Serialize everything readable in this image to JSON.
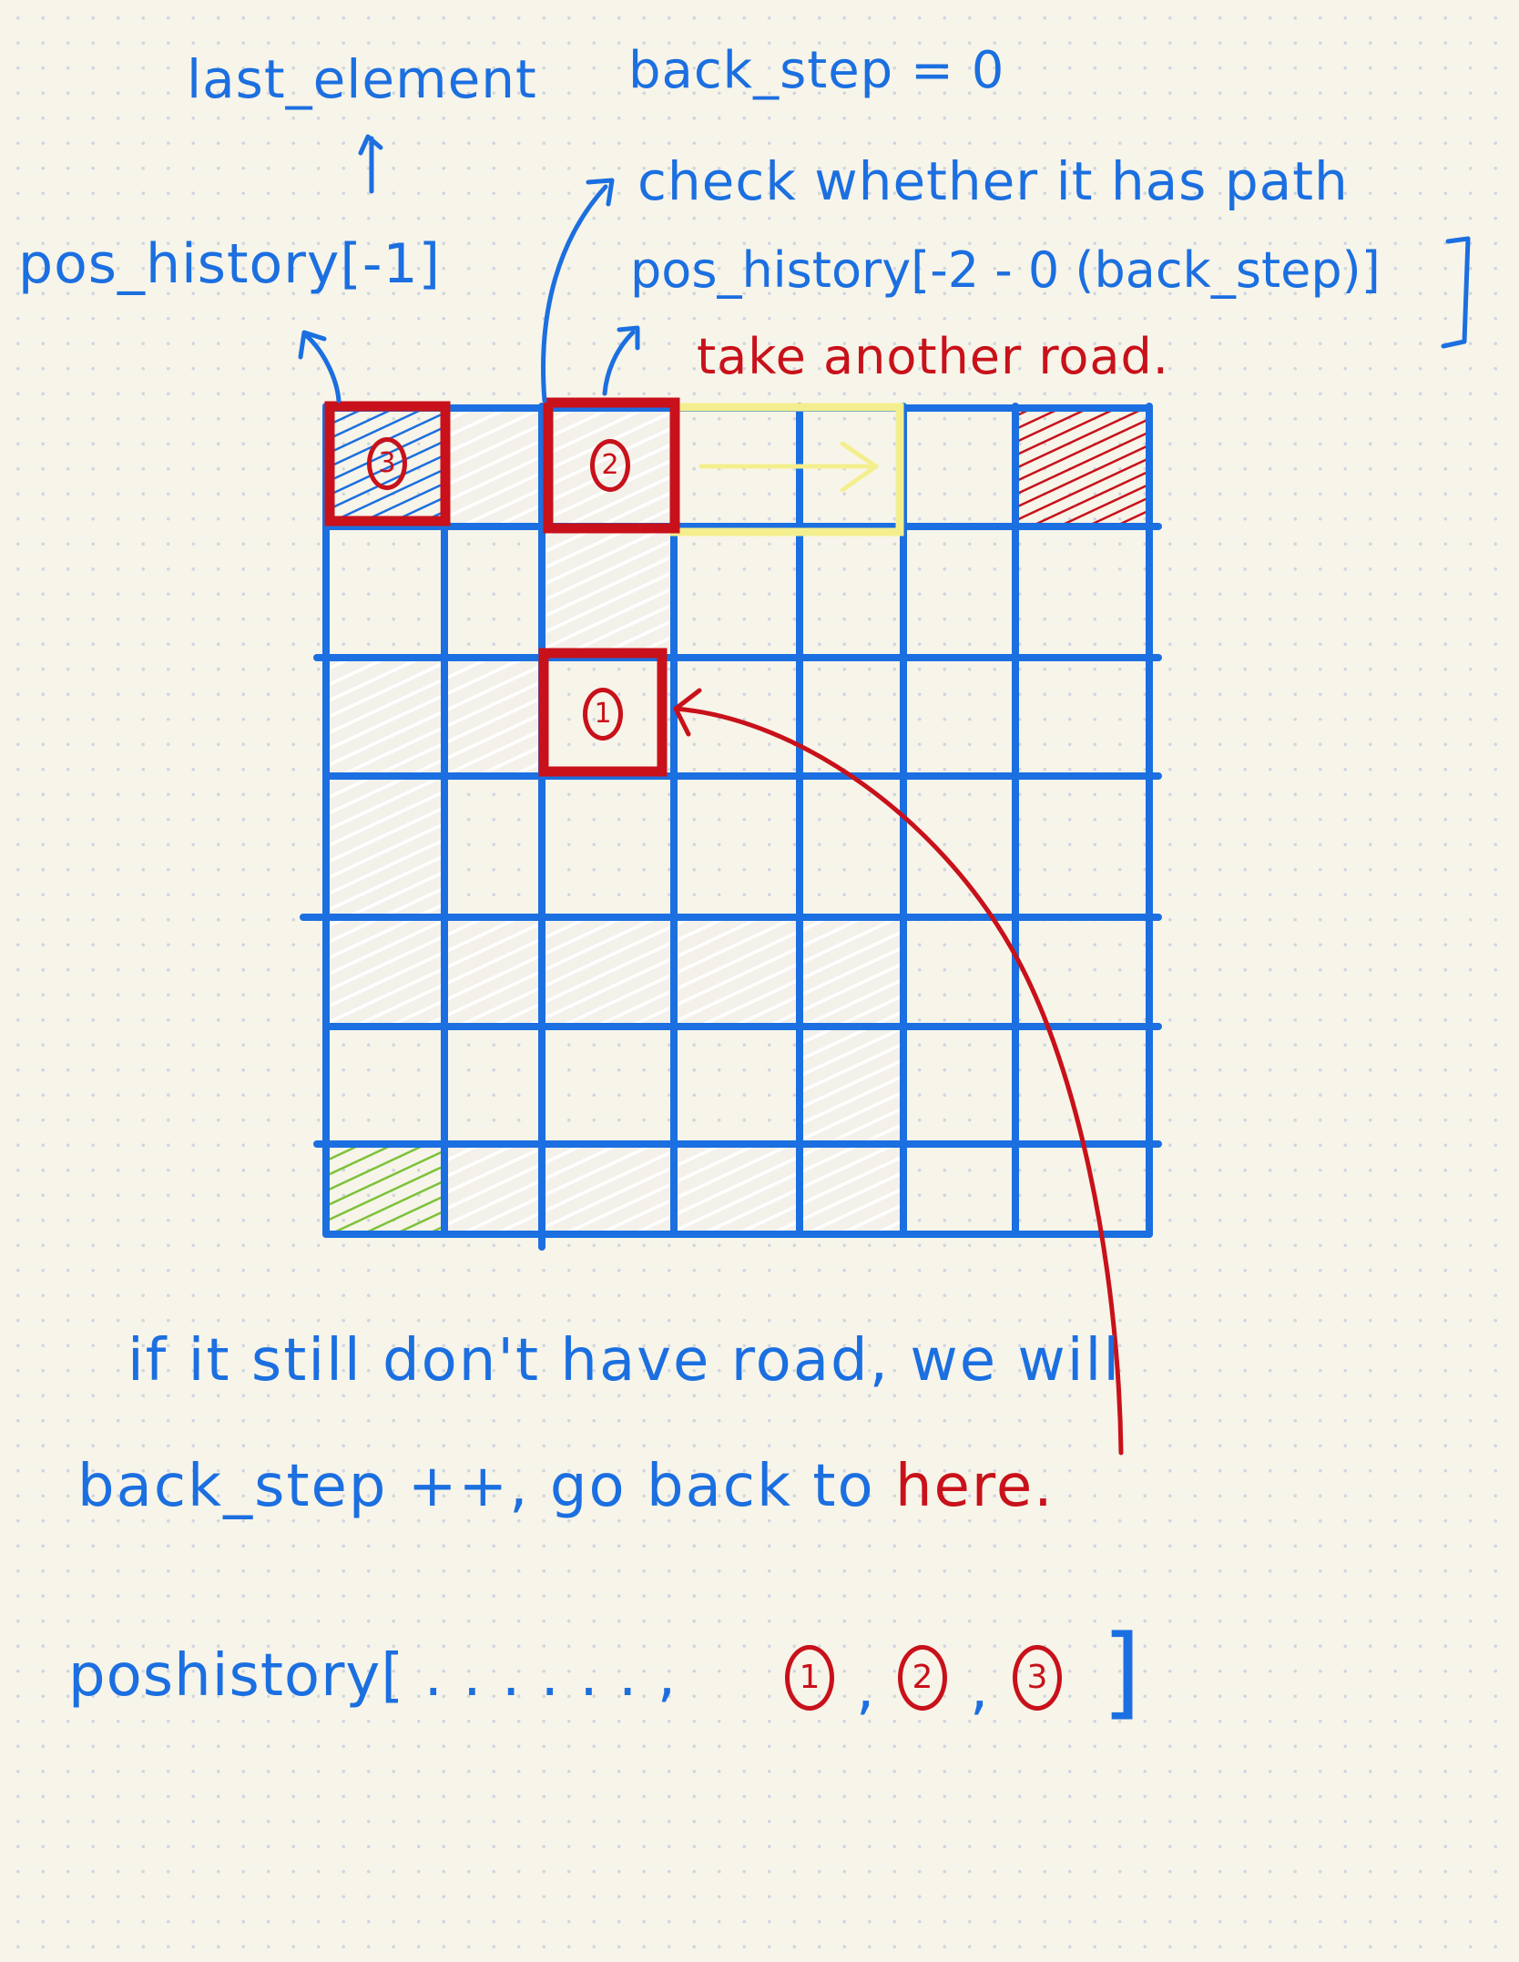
{
  "notes": {
    "last_element": "last_element",
    "back_step_init": "back_step = 0",
    "check_path": "check whether it has path",
    "pos_history_formula": "pos_history[-2 - 0 (back_step)]",
    "pos_history_last": "pos_history[-1]",
    "take_another_road": "take another road.",
    "if_still_line1": "if it still don't have road, we will",
    "if_still_line2_prefix": "back_step ++, go back to",
    "if_still_line2_here": "here.",
    "poshistory_prefix": "poshistory[ . . . . . . ,",
    "poshistory_suffix": "]",
    "comma": ","
  },
  "markers": {
    "one": "1",
    "two": "2",
    "three": "3"
  },
  "colors": {
    "grid_blue": "#1b6fe0",
    "ink_red": "#c8111a",
    "highlight_yellow": "#f4ef8e",
    "start_green": "#7cc23a",
    "visited_white": "#ffffff",
    "paper": "#f7f4e9"
  },
  "grid": {
    "rows": 7,
    "cols": 7,
    "visited_cells": [
      [
        0,
        1
      ],
      [
        0,
        2
      ],
      [
        1,
        2
      ],
      [
        2,
        0
      ],
      [
        2,
        1
      ],
      [
        3,
        0
      ],
      [
        4,
        0
      ],
      [
        4,
        1
      ],
      [
        4,
        2
      ],
      [
        4,
        3
      ],
      [
        4,
        4
      ],
      [
        5,
        4
      ],
      [
        6,
        1
      ],
      [
        6,
        2
      ],
      [
        6,
        3
      ],
      [
        6,
        4
      ]
    ],
    "current_cell": [
      0,
      0
    ],
    "goal_cell": [
      0,
      6
    ],
    "start_cell": [
      6,
      0
    ],
    "marked_cells": [
      [
        2,
        2
      ],
      [
        0,
        2
      ],
      [
        0,
        0
      ]
    ]
  }
}
